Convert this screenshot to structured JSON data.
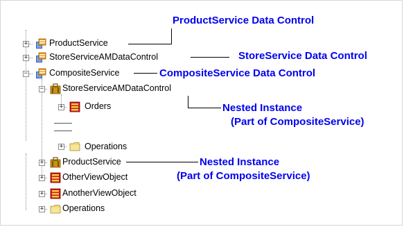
{
  "colors": {
    "callout": "#0000ee",
    "text": "#000000",
    "expander_border": "#8c8c8c"
  },
  "tree": {
    "product_service": {
      "label": "ProductService",
      "icon": "data-control-icon",
      "expander": "+"
    },
    "store_service_dc": {
      "label": "StoreServiceAMDataControl",
      "icon": "data-control-icon",
      "expander": "+"
    },
    "composite_service": {
      "label": "CompositeService",
      "icon": "data-control-icon",
      "expander": "−"
    },
    "nested_store_service": {
      "label": "StoreServiceAMDataControl",
      "icon": "app-module-icon",
      "expander": "−"
    },
    "orders": {
      "label": "Orders",
      "icon": "view-object-icon",
      "expander": "+"
    },
    "operations_nested": {
      "label": "Operations",
      "icon": "folder-icon",
      "expander": "+"
    },
    "nested_product_service": {
      "label": "ProductService",
      "icon": "app-module-icon",
      "expander": "+"
    },
    "other_view_object": {
      "label": "OtherViewObject",
      "icon": "view-object-icon",
      "expander": "+"
    },
    "another_view_object": {
      "label": "AnotherViewObject",
      "icon": "view-object-icon",
      "expander": "+"
    },
    "operations": {
      "label": "Operations",
      "icon": "folder-icon",
      "expander": "+"
    }
  },
  "callouts": {
    "product_service": "ProductService Data Control",
    "store_service": "StoreService Data Control",
    "composite_service": "CompositeService Data Control",
    "nested_1_line1": "Nested Instance",
    "nested_1_line2": "(Part of CompositeService)",
    "nested_2_line1": "Nested Instance",
    "nested_2_line2": "(Part of CompositeService)"
  }
}
